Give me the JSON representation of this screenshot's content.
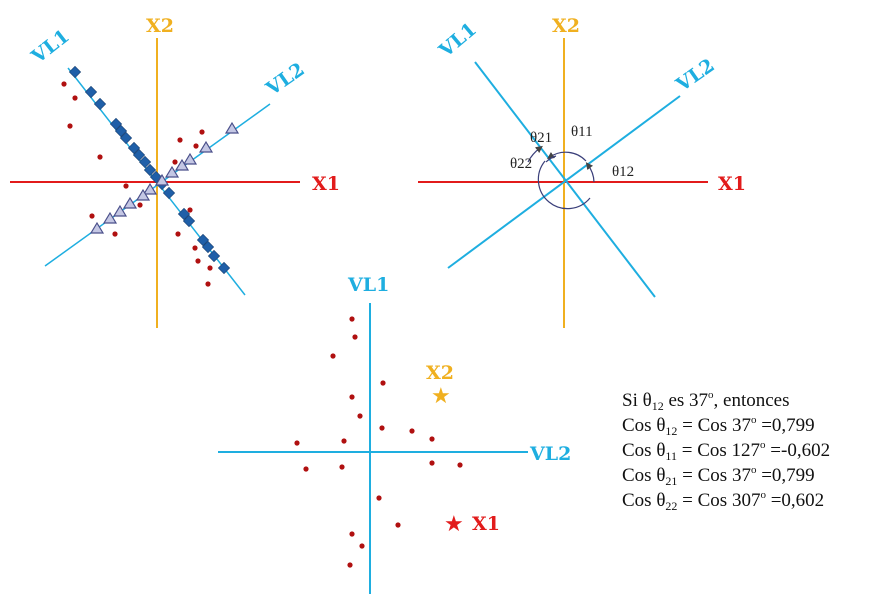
{
  "colors": {
    "x1": "#e21b1b",
    "x2": "#f0b020",
    "vl": "#1eaee0",
    "dot": "#b01010",
    "square": "#1f5fa8",
    "triangle": "#8a8fc0"
  },
  "labels": {
    "vl1": "VL1",
    "vl2": "VL2",
    "x1": "X1",
    "x2": "X2"
  },
  "angles": {
    "t21": "θ21",
    "t11": "θ11",
    "t22": "θ22",
    "t12": "θ12"
  },
  "symbols": {
    "star": "★"
  },
  "text_block": {
    "line1": {
      "a": "Si θ",
      "sub": "12",
      "b": " es 37",
      "sup": "o",
      "c": ", entonces"
    },
    "line2": {
      "a": "Cos θ",
      "sub": "12",
      "b": " = Cos 37",
      "sup": "o",
      "c": " =0,799"
    },
    "line3": {
      "a": "Cos θ",
      "sub": "11",
      "b": " = Cos 127",
      "sup": "o",
      "c": " =-0,602"
    },
    "line4": {
      "a": "Cos θ",
      "sub": "21",
      "b": " = Cos 37",
      "sup": "o",
      "c": " =0,799"
    },
    "line5": {
      "a": "Cos θ",
      "sub": "22",
      "b": " = Cos 307",
      "sup": "o",
      "c": " =0,602"
    }
  }
}
